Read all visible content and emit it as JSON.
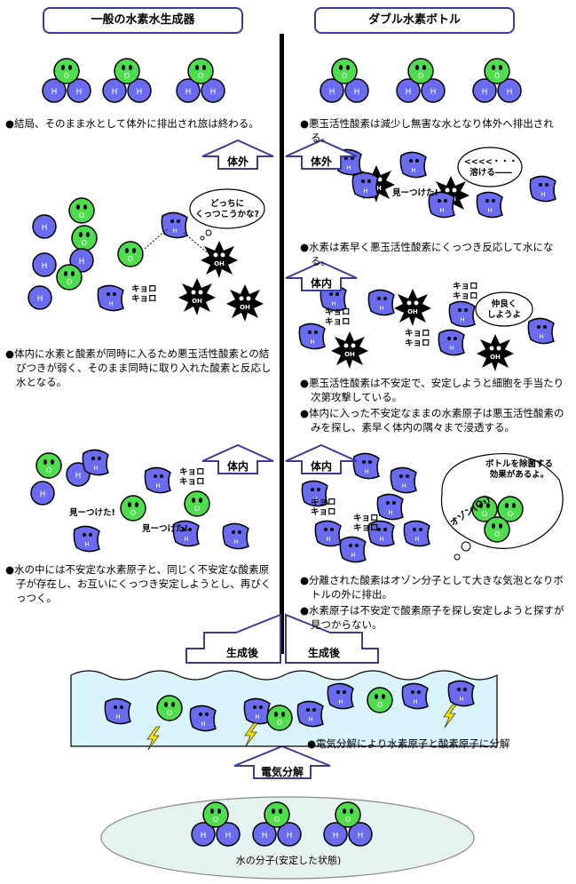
{
  "headers": {
    "left": "一般の水素水生成器",
    "right": "ダブル水素ボトル"
  },
  "atoms": {
    "hydrogen": "H",
    "oxygen": "O",
    "radical": "OH"
  },
  "left": {
    "note_top": "結局、そのまま水として体外に排出され旅は終わる。",
    "bubble": "どっちに\nくっつこうかな?",
    "kyoro": "キョロ\nキョロ",
    "note_mid": "体内に水素と酸素が同時に入るため悪玉活性酸素との結びつきが弱く、そのまま同時に取り入れた酸素と反応し水となる。",
    "mitsuketa1": "見ーつけた!",
    "mitsuketa2": "見ーつけた!",
    "kyoro2": "キョロ\nキョロ",
    "note_low": "水の中には不安定な水素原子と、同じく不安定な酸素原子が存在し、お互いにくっつき安定しようとし、再びくっつく。"
  },
  "right": {
    "note_top": "悪玉活性酸素は減少し無害な水となり体外へ排出される。",
    "bubble_top": "<<<<・・・\n溶ける――",
    "mitsuketa": "見ーつけた!",
    "note_upper_mid": "水素は素早く悪玉活性酸素にくっつき反応して水になる。",
    "kyoro_a": "キョロ\nキョロ",
    "kyoro_b": "キョロ\nキョロ",
    "kyoro_c": "キョロ\nキョロ",
    "bubble_mid": "仲良く\nしようよ",
    "note_mid1": "悪玉活性酸素は不安定で、安定しようと細胞を手当たり次第攻撃している。",
    "note_mid2": "体内に入った不安定なままの水素原子は悪玉活性酸素のみを探し、素早く体内の隅々まで浸透する。",
    "kyoro_d": "キョロ\nキョロ",
    "kyoro_e": "キョロ\nキョロ",
    "bottle_bubble": "ボトルを除菌する\n効果があるよ。",
    "ozone": "オゾン(O₃)",
    "note_low1": "分離された酸素はオゾン分子として大きな気泡となりボトルの外に排出。",
    "note_low2": "水素原子は不安定で酸素原子を探し安定しようと探すが見つからない。"
  },
  "arrows": {
    "left_out": "体外",
    "right_out": "体外",
    "right_in1": "体内",
    "left_in": "体内",
    "right_in2": "体内",
    "left_gen": "生成後",
    "right_gen": "生成後",
    "electrolysis": "電気分解"
  },
  "water_note": "電気分解により水素原子と酸素原子に分解",
  "ellipse_label": "水の分子(安定した状態)",
  "colors": {
    "hydrogen": "#6b6bf0",
    "oxygen": "#4fdc4f",
    "water": "#d9f4fb",
    "arrow_border": "#3a3aa0",
    "lightning": "#f4e400"
  }
}
